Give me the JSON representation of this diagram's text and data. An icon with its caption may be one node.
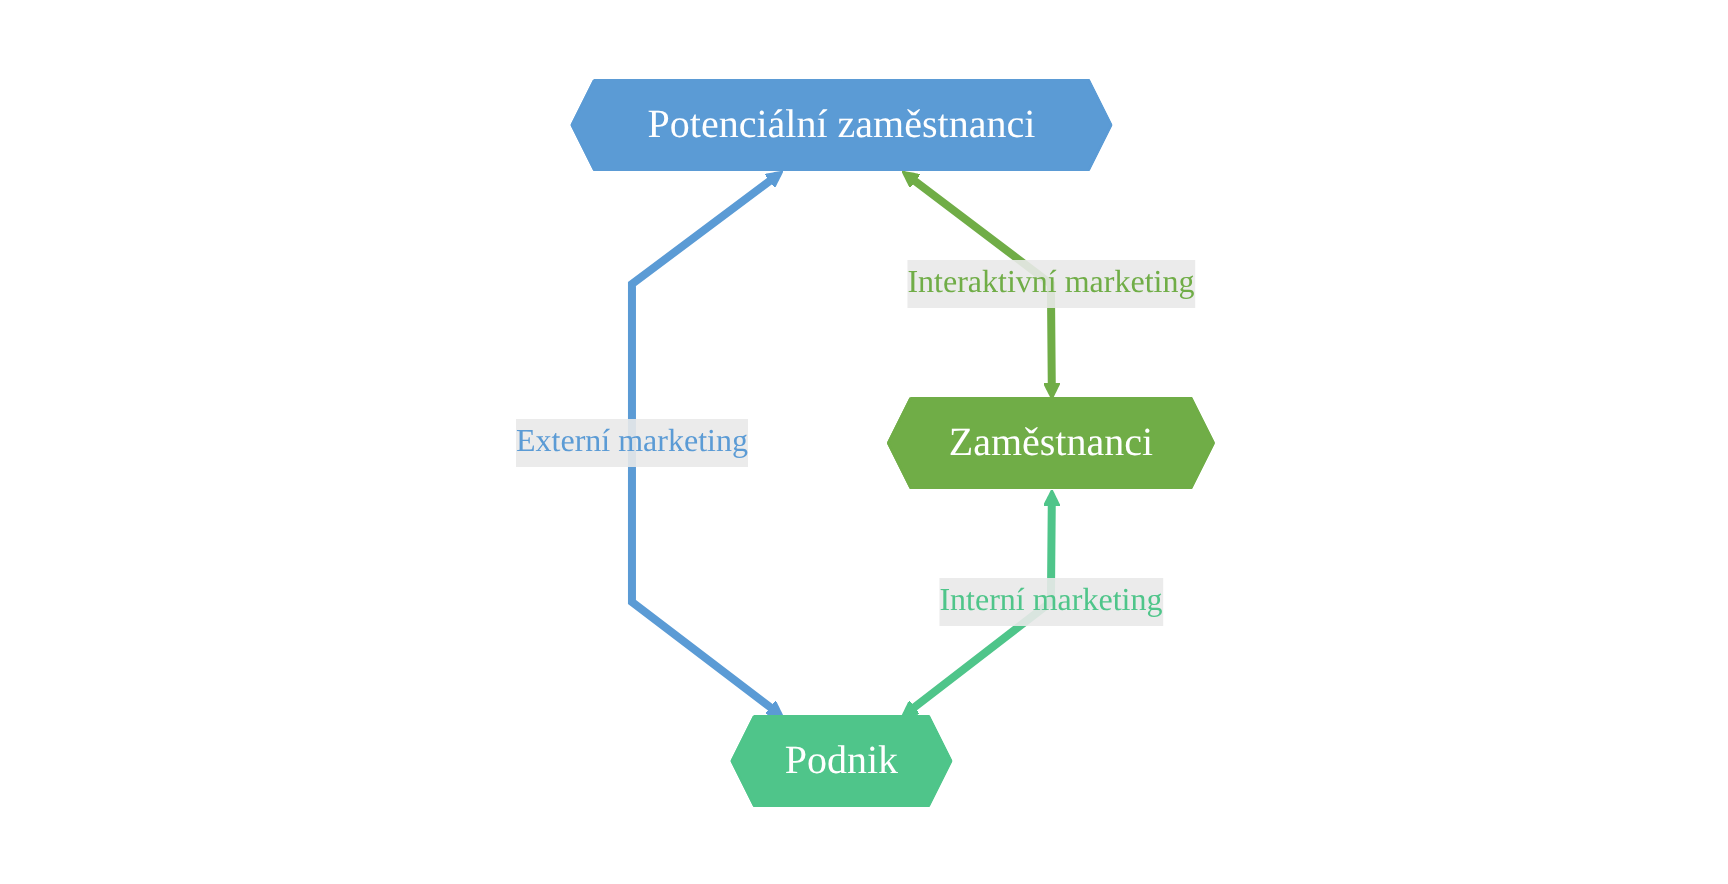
{
  "diagram": {
    "nodes": [
      {
        "text": [
          "Potenciální zaměstnanci"
        ]
      },
      {
        "text": [
          "Zaměstnanci"
        ]
      },
      {
        "text": [
          "Podnik"
        ]
      }
    ],
    "edges": [
      {
        "from": 1,
        "to": 0,
        "arrow": "both",
        "label": "Interaktivní marketing",
        "color": "#70ad47"
      },
      {
        "from": 0,
        "to": 2,
        "arrow": "both",
        "label": "Externí marketing",
        "color": "#5b9bd5"
      },
      {
        "from": 1,
        "to": 2,
        "arrow": "both",
        "label": "Interní marketing",
        "color": "#4fc58a"
      }
    ]
  }
}
